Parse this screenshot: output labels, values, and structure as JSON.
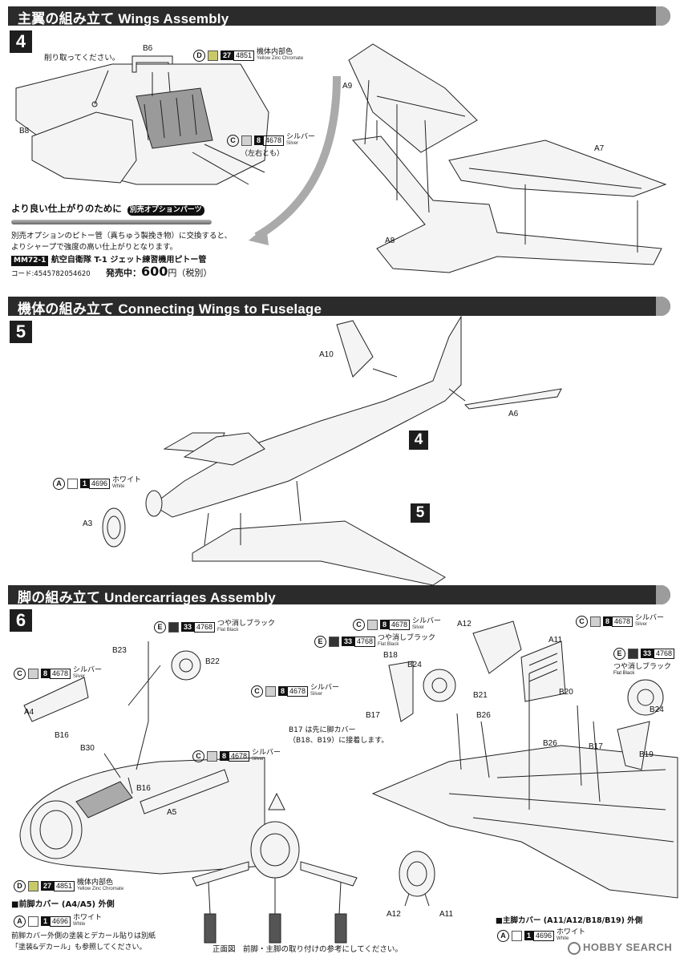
{
  "sections": {
    "wings": {
      "title": "主翼の組み立て Wings Assembly",
      "step": "4"
    },
    "connect": {
      "title": "機体の組み立て Connecting Wings to Fuselage",
      "step": "5"
    },
    "undercarriage": {
      "title": "脚の組み立て Undercarriages Assembly",
      "step": "6"
    }
  },
  "step4": {
    "cut_note": "削り取ってください。",
    "parts": {
      "b6": "B6",
      "b8": "B8",
      "a9": "A9",
      "a7": "A7",
      "a8": "A8"
    },
    "paint_d": {
      "letter": "D",
      "num": "27",
      "code": "4851",
      "jp": "機体内部色",
      "en": "Yellow Zinc Chromate",
      "color": "#c9c96a"
    },
    "paint_c": {
      "letter": "C",
      "num": "8",
      "code": "4678",
      "jp": "シルバー",
      "en": "Silver",
      "color": "#d0d0d0"
    },
    "both_sides": "（左右とも）"
  },
  "option": {
    "heading": "より良い仕上がりのために",
    "badge": "別売オプションパーツ",
    "line1": "別売オプションのピトー管（真ちゅう製挽き物）に交換すると、",
    "line2": "よりシャープで強度の高い仕上がりとなります。",
    "product_code": "MM72-1",
    "product_name": "航空自衛隊 T-1 ジェット練習機用ピトー管",
    "jan": "コード:4545782054620",
    "price_prefix": "発売中：",
    "price": "600",
    "price_suffix": "円（税別）"
  },
  "step5": {
    "parts": {
      "a10": "A10",
      "a6": "A6",
      "a3": "A3"
    },
    "ref4": "4",
    "ref5": "5",
    "paint_a": {
      "letter": "A",
      "num": "1",
      "code": "4696",
      "jp": "ホワイト",
      "en": "White",
      "color": "#ffffff"
    }
  },
  "step6": {
    "parts": {
      "b23": "B23",
      "b22": "B22",
      "a4": "A4",
      "b16a": "B16",
      "b30": "B30",
      "b16b": "B16",
      "a5": "A5",
      "a12": "A12",
      "a11": "A11",
      "b18": "B18",
      "b24a": "B24",
      "b21": "B21",
      "b17a": "B17",
      "b26a": "B26",
      "b20": "B20",
      "b24b": "B24",
      "b26b": "B26",
      "b17b": "B17",
      "b19": "B19",
      "a12b": "A12",
      "a11b": "A11"
    },
    "paint_e": {
      "letter": "E",
      "num": "33",
      "code": "4768",
      "jp": "つや消しブラック",
      "en": "Flat Black",
      "color": "#333333"
    },
    "paint_c": {
      "letter": "C",
      "num": "8",
      "code": "4678",
      "jp": "シルバー",
      "en": "Silver",
      "color": "#d0d0d0"
    },
    "paint_d": {
      "letter": "D",
      "num": "27",
      "code": "4851",
      "jp": "機体内部色",
      "en": "Yellow Zinc Chromate",
      "color": "#c9c96a"
    },
    "paint_a": {
      "letter": "A",
      "num": "1",
      "code": "4696",
      "jp": "ホワイト",
      "en": "White",
      "color": "#ffffff"
    },
    "b17_note1": "B17 は先に脚カバー",
    "b17_note2": "（B18、B19）に接着します。",
    "front_cover_title": "■前脚カバー (A4/A5) 外側",
    "front_cover_note1": "前脚カバー外側の塗装とデカール貼りは別紙",
    "front_cover_note2": "「塗装&デカール」も参照してください。",
    "main_cover_title": "■主脚カバー (A11/A12/B18/B19) 外側",
    "front_view_caption": "正面図　前脚・主脚の取り付けの参考にしてください。"
  },
  "watermark": "HOBBY SEARCH"
}
